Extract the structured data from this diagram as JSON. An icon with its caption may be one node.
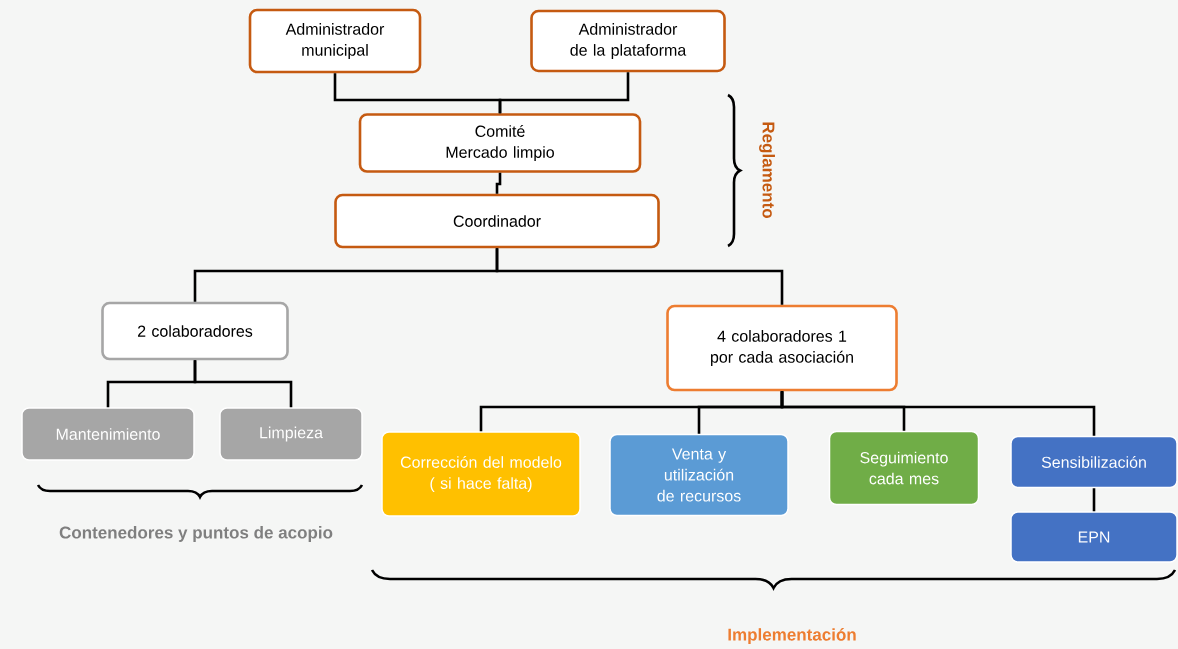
{
  "diagram": {
    "nodes": [
      {
        "text": [
          "Administrador municipal"
        ]
      },
      {
        "text": [
          "Administrador de la plataforma"
        ]
      },
      {
        "text": [
          "Comité",
          "Mercado limpio"
        ]
      },
      {
        "text": [
          "Coordinador"
        ]
      },
      {
        "text": [
          "2 colaboradores"
        ]
      },
      {
        "text": [
          "4 colaboradores 1 por cada asociación"
        ]
      },
      {
        "text": [
          "Mantenimiento"
        ]
      },
      {
        "text": [
          "Limpieza"
        ]
      },
      {
        "text": [
          "Corrección del modelo",
          "( si hace falta)"
        ]
      },
      {
        "text": [
          "Venta y utilización de recursos"
        ]
      },
      {
        "text": [
          "Seguimiento cada mes"
        ]
      },
      {
        "text": [
          "Sensibilización"
        ]
      },
      {
        "text": [
          "EPN"
        ]
      }
    ],
    "edges": [
      {
        "from": 0,
        "to": 2,
        "arrow": "none"
      },
      {
        "from": 1,
        "to": 2,
        "arrow": "none"
      },
      {
        "from": 2,
        "to": 3,
        "arrow": "none"
      },
      {
        "from": 3,
        "to": 4,
        "arrow": "none"
      },
      {
        "from": 3,
        "to": 5,
        "arrow": "none"
      },
      {
        "from": 4,
        "to": 6,
        "arrow": "none"
      },
      {
        "from": 4,
        "to": 7,
        "arrow": "none"
      },
      {
        "from": 5,
        "to": 8,
        "arrow": "none"
      },
      {
        "from": 5,
        "to": 9,
        "arrow": "none"
      },
      {
        "from": 5,
        "to": 10,
        "arrow": "none"
      },
      {
        "from": 5,
        "to": 11,
        "arrow": "none"
      },
      {
        "from": 11,
        "to": 12,
        "arrow": "none"
      }
    ],
    "labels": [
      "Reglamento",
      "Contenedores y puntos de acopio",
      "Implementación"
    ]
  }
}
